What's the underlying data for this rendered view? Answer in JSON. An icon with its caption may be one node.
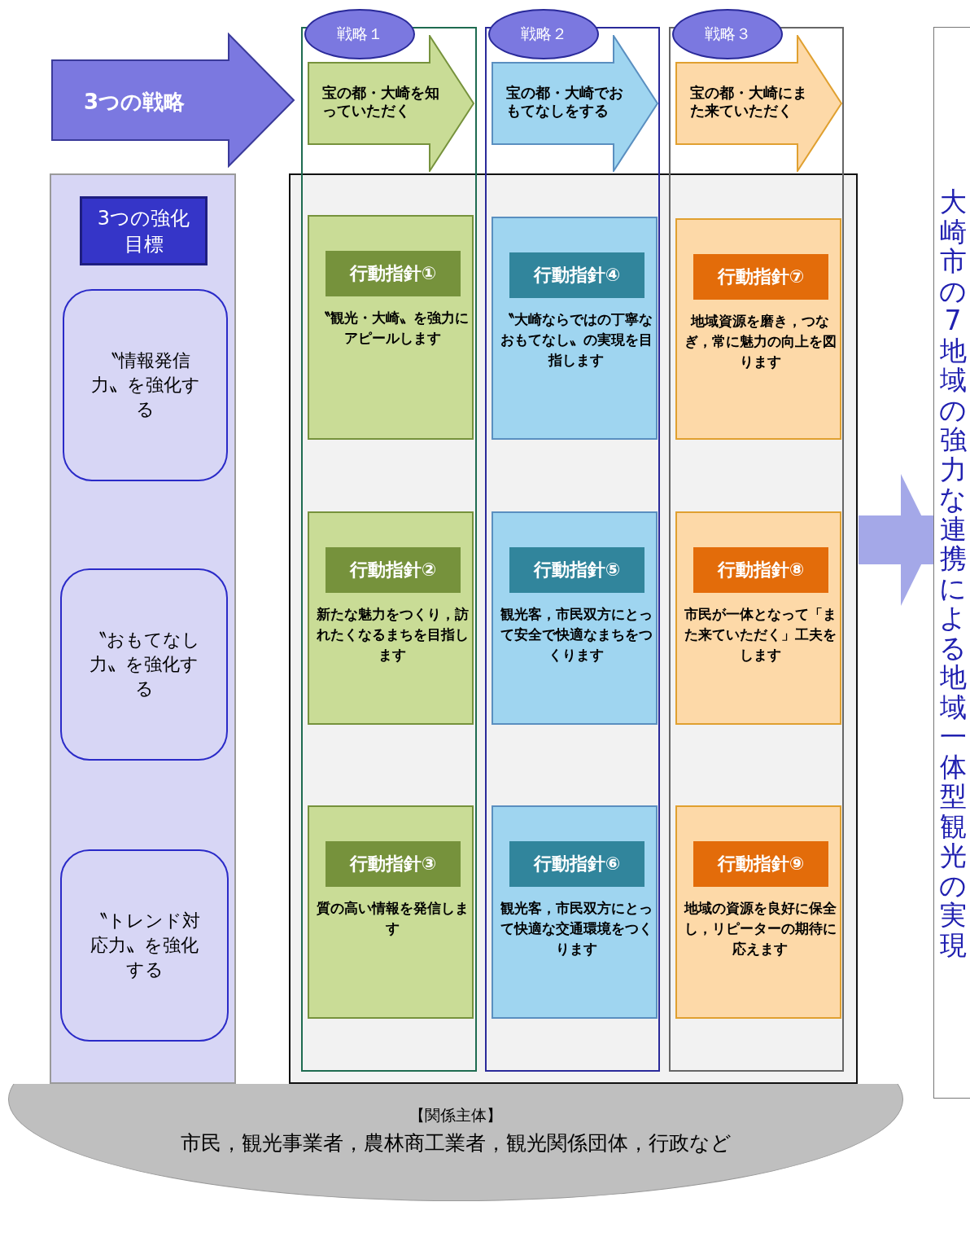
{
  "diagram": {
    "nodes": [
      {
        "text": [
          "3つの戦略"
        ]
      },
      {
        "text": [
          "戦略１"
        ]
      },
      {
        "text": [
          "宝の都・大崎を知っていただく"
        ],
        "in": 1
      },
      {
        "text": [
          "戦略２"
        ]
      },
      {
        "text": [
          "宝の都・大崎でおもてなしをする"
        ],
        "in": 3
      },
      {
        "text": [
          "戦略３"
        ]
      },
      {
        "text": [
          "宝の都・大崎にまた来ていただく"
        ],
        "in": 5
      },
      {
        "text": [],
        "shape": "box"
      },
      {
        "text": [
          "3つの強化目標"
        ],
        "in": 7
      },
      {
        "text": [
          "〝情報発信力〟を強化する"
        ],
        "in": 7
      },
      {
        "text": [
          "〝おもてなし力〟を強化する"
        ],
        "in": 7
      },
      {
        "text": [
          "〝トレンド対応力〟を強化する"
        ],
        "in": 7
      },
      {
        "text": [],
        "shape": "box"
      },
      {
        "text": [
          "行動指針①",
          "〝観光・大崎〟を強力にアピールします"
        ],
        "in": 1
      },
      {
        "text": [
          "行動指針④",
          "〝大崎ならではの丁寧なおもてなし〟の実現を目指します"
        ],
        "in": 3
      },
      {
        "text": [
          "行動指針⑦",
          "地域資源を磨き，つなぎ，常に魅力の向上を図ります"
        ],
        "in": 5
      },
      {
        "text": [
          "行動指針②",
          "新たな魅力をつくり，訪れたくなるまちを目指します"
        ],
        "in": 1
      },
      {
        "text": [
          "行動指針⑤",
          "観光客，市民双方にとって安全で快適なまちをつくります"
        ],
        "in": 3
      },
      {
        "text": [
          "行動指針⑧",
          "市民が一体となって「また来ていただく」工夫をします"
        ],
        "in": 5
      },
      {
        "text": [
          "行動指針③",
          "質の高い情報を発信します"
        ],
        "in": 1
      },
      {
        "text": [
          "行動指針⑥",
          "観光客，市民双方にとって快適な交通環境をつくります"
        ],
        "in": 3
      },
      {
        "text": [
          "行動指針⑨",
          "地域の資源を良好に保全し，リピーターの期待に応えます"
        ],
        "in": 5
      },
      {
        "text": [
          "大崎市の7地域の強力な連携による地域一体型観光の実現"
        ]
      },
      {
        "text": [
          "【関係主体】",
          "市民，観光事業者，農林商工業者，観光関係団体，行政など"
        ]
      }
    ],
    "edges": [
      {
        "from": 12,
        "to": 22,
        "arrow": "to"
      }
    ]
  }
}
